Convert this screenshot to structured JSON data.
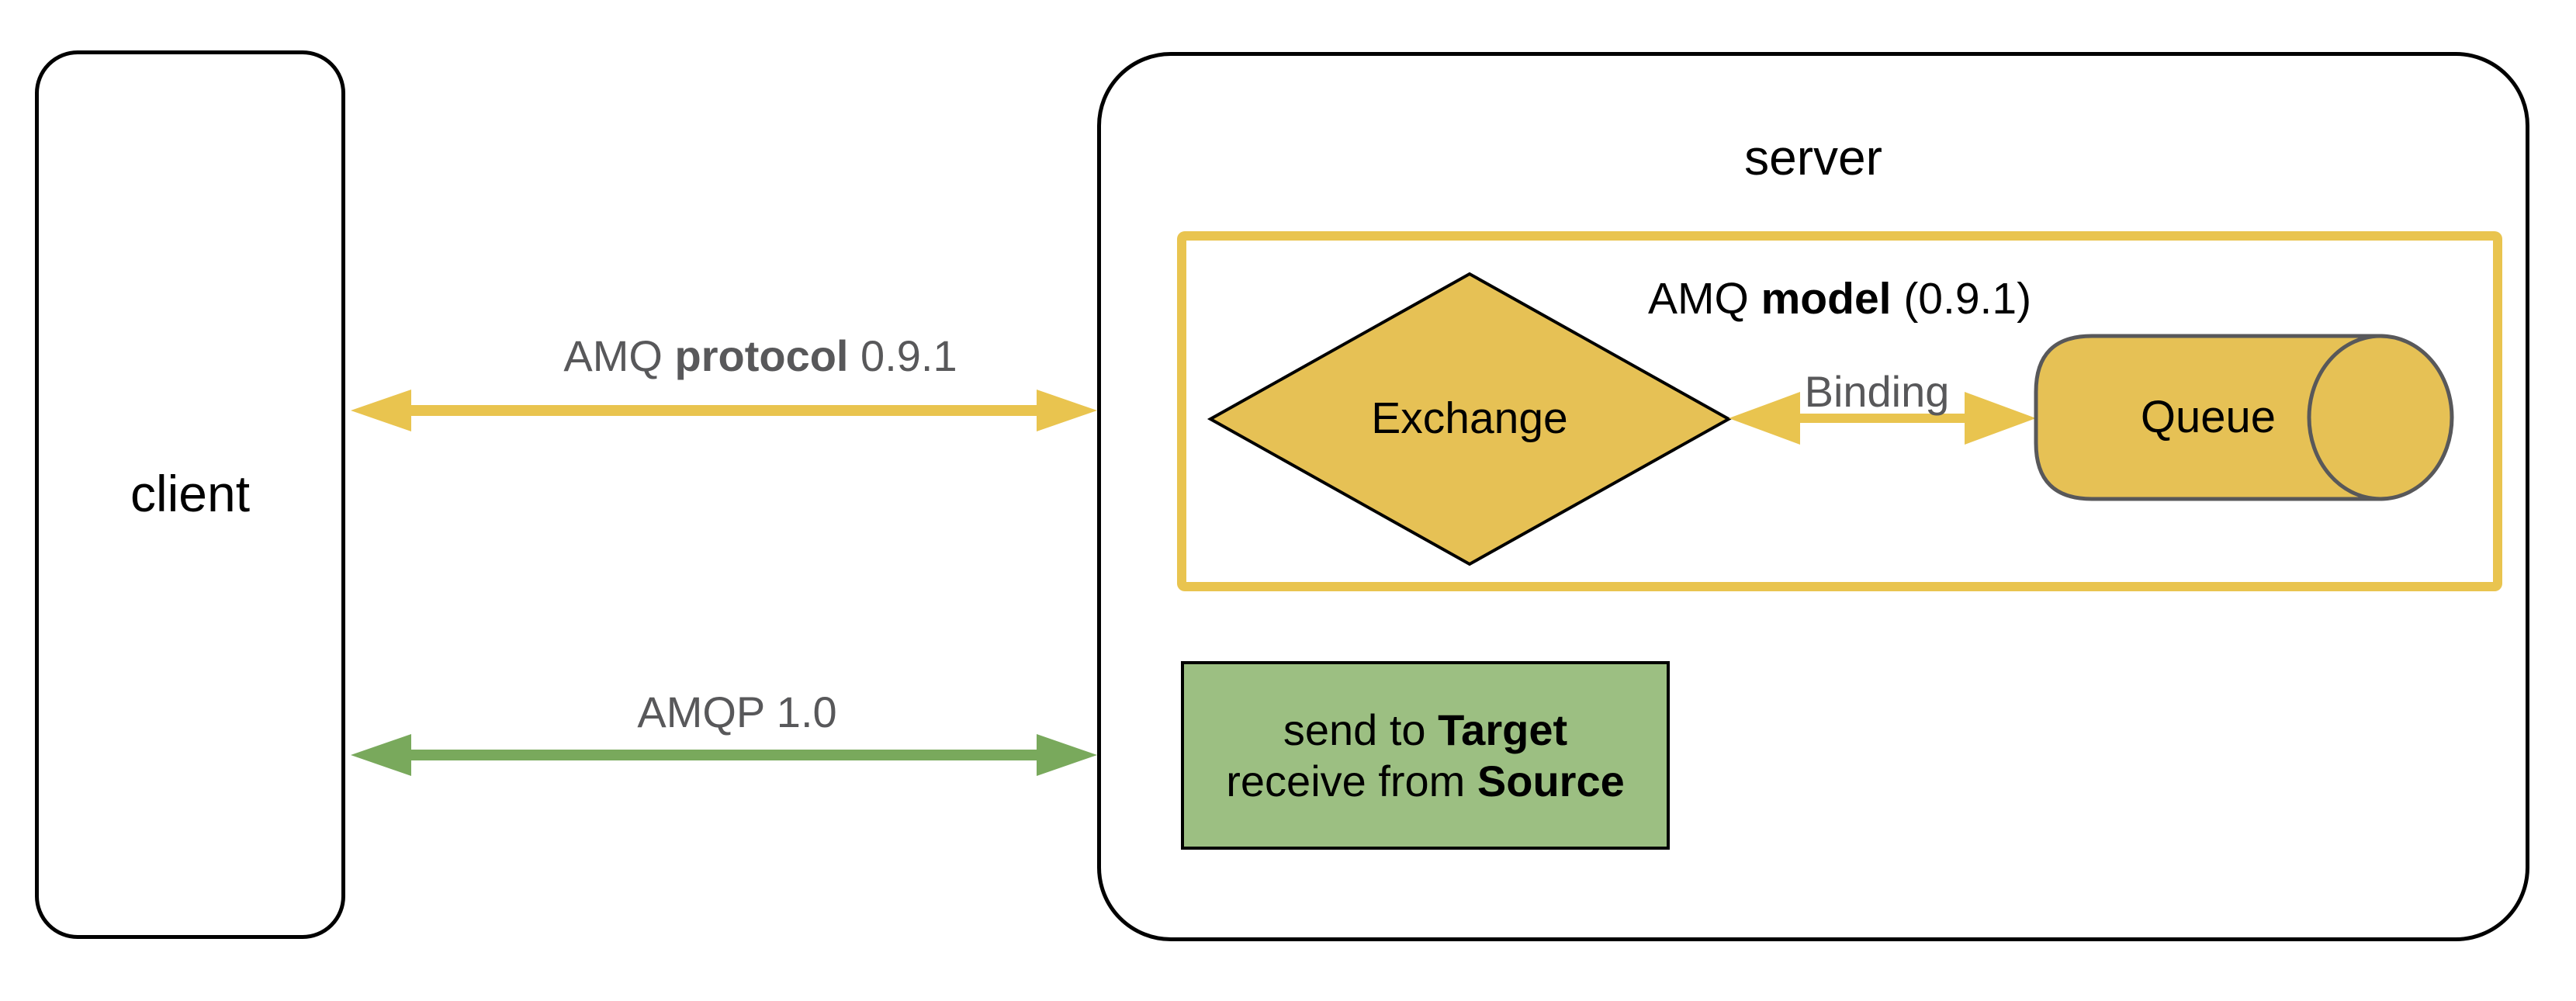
{
  "client": {
    "label": "client"
  },
  "server": {
    "label": "server"
  },
  "links": {
    "amq_protocol": {
      "prefix": "AMQ ",
      "bold": "protocol",
      "suffix": " 0.9.1"
    },
    "amqp": {
      "label": "AMQP 1.0"
    }
  },
  "model_box": {
    "title_prefix": "AMQ ",
    "title_bold": "model",
    "title_suffix": " (0.9.1)"
  },
  "exchange": {
    "label": "Exchange"
  },
  "binding": {
    "label": "Binding"
  },
  "queue": {
    "label": "Queue"
  },
  "green_box": {
    "line1_prefix": "send to ",
    "line1_bold": "Target",
    "line2_prefix": "receive from ",
    "line2_bold": "Source"
  },
  "colors": {
    "yellow_accent": "#E9C44F",
    "shape_fill_yellow": "#E6C155",
    "green_arrow": "#79A95C",
    "green_box_fill": "#9CBF82",
    "gray_text": "#58585A",
    "outline_black": "#000000",
    "cylinder_stroke": "#58585A"
  }
}
